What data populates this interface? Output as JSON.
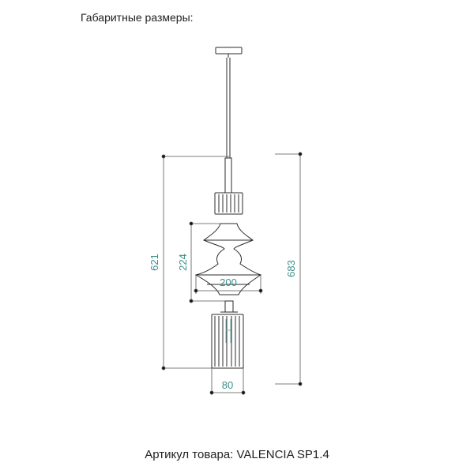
{
  "title": "Габаритные размеры:",
  "article": "Артикул товара: VALENCIA SP1.4",
  "dimensions": {
    "overall_height": "683",
    "body_height": "621",
    "shade_height": "224",
    "shade_width": "200",
    "base_width": "80"
  },
  "colors": {
    "line": "#2b2b2b",
    "dimension_line": "#555555",
    "dimension_text": "#3a8f8a"
  }
}
